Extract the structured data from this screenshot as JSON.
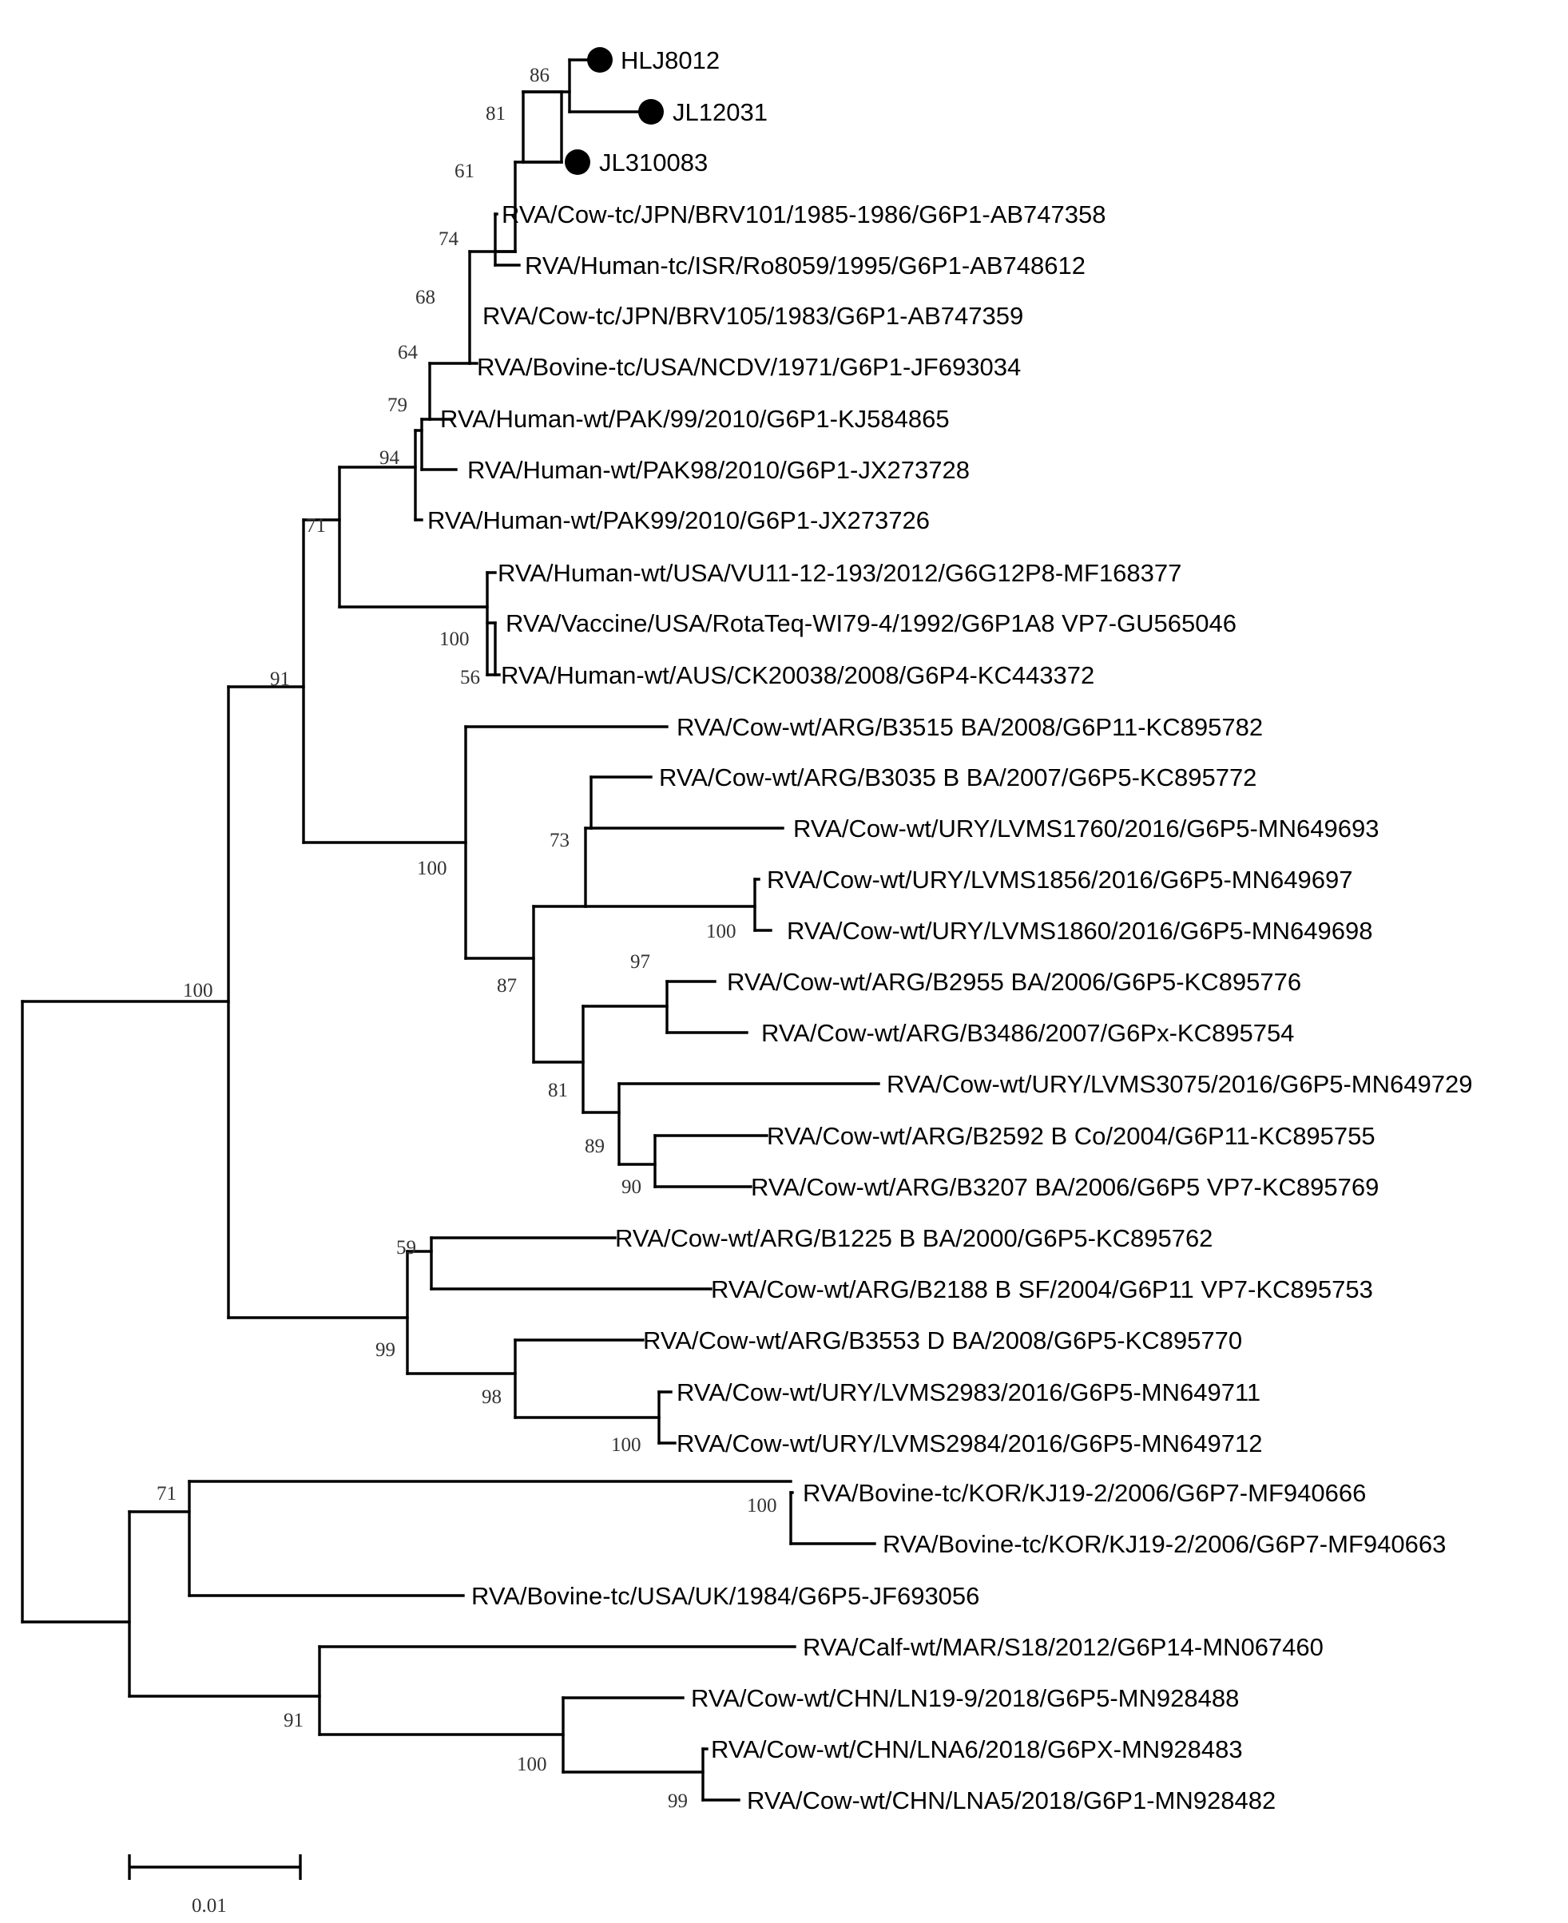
{
  "tree": {
    "leaves": [
      {
        "label": "HLJ8012",
        "marked": true
      },
      {
        "label": "JL12031",
        "marked": true
      },
      {
        "label": "JL310083",
        "marked": true
      },
      {
        "label": "RVA/Cow-tc/JPN/BRV101/1985-1986/G6P1-AB747358"
      },
      {
        "label": "RVA/Human-tc/ISR/Ro8059/1995/G6P1-AB748612"
      },
      {
        "label": "RVA/Cow-tc/JPN/BRV105/1983/G6P1-AB747359"
      },
      {
        "label": "RVA/Bovine-tc/USA/NCDV/1971/G6P1-JF693034"
      },
      {
        "label": "RVA/Human-wt/PAK/99/2010/G6P1-KJ584865"
      },
      {
        "label": "RVA/Human-wt/PAK98/2010/G6P1-JX273728"
      },
      {
        "label": "RVA/Human-wt/PAK99/2010/G6P1-JX273726"
      },
      {
        "label": "RVA/Human-wt/USA/VU11-12-193/2012/G6G12P8-MF168377"
      },
      {
        "label": "RVA/Vaccine/USA/RotaTeq-WI79-4/1992/G6P1A8 VP7-GU565046"
      },
      {
        "label": "RVA/Human-wt/AUS/CK20038/2008/G6P4-KC443372"
      },
      {
        "label": "RVA/Cow-wt/ARG/B3515 BA/2008/G6P11-KC895782"
      },
      {
        "label": "RVA/Cow-wt/ARG/B3035 B BA/2007/G6P5-KC895772"
      },
      {
        "label": "RVA/Cow-wt/URY/LVMS1760/2016/G6P5-MN649693"
      },
      {
        "label": "RVA/Cow-wt/URY/LVMS1856/2016/G6P5-MN649697"
      },
      {
        "label": "RVA/Cow-wt/URY/LVMS1860/2016/G6P5-MN649698"
      },
      {
        "label": "RVA/Cow-wt/ARG/B2955 BA/2006/G6P5-KC895776"
      },
      {
        "label": "RVA/Cow-wt/ARG/B3486/2007/G6Px-KC895754"
      },
      {
        "label": "RVA/Cow-wt/URY/LVMS3075/2016/G6P5-MN649729"
      },
      {
        "label": "RVA/Cow-wt/ARG/B2592 B Co/2004/G6P11-KC895755"
      },
      {
        "label": "RVA/Cow-wt/ARG/B3207 BA/2006/G6P5 VP7-KC895769"
      },
      {
        "label": "RVA/Cow-wt/ARG/B1225 B BA/2000/G6P5-KC895762"
      },
      {
        "label": "RVA/Cow-wt/ARG/B2188 B SF/2004/G6P11 VP7-KC895753"
      },
      {
        "label": "RVA/Cow-wt/ARG/B3553 D BA/2008/G6P5-KC895770"
      },
      {
        "label": "RVA/Cow-wt/URY/LVMS2983/2016/G6P5-MN649711"
      },
      {
        "label": "RVA/Cow-wt/URY/LVMS2984/2016/G6P5-MN649712"
      },
      {
        "label": "RVA/Bovine-tc/KOR/KJ19-2/2006/G6P7-MF940666"
      },
      {
        "label": "RVA/Bovine-tc/KOR/KJ19-2/2006/G6P7-MF940663"
      },
      {
        "label": "RVA/Bovine-tc/USA/UK/1984/G6P5-JF693056"
      },
      {
        "label": "RVA/Calf-wt/MAR/S18/2012/G6P14-MN067460"
      },
      {
        "label": "RVA/Cow-wt/CHN/LN19-9/2018/G6P5-MN928488"
      },
      {
        "label": "RVA/Cow-wt/CHN/LNA6/2018/G6PX-MN928483"
      },
      {
        "label": "RVA/Cow-wt/CHN/LNA5/2018/G6P1-MN928482"
      }
    ],
    "support_values": [
      "86",
      "81",
      "61",
      "74",
      "68",
      "64",
      "79",
      "94",
      "71",
      "100",
      "56",
      "91",
      "100",
      "73",
      "100",
      "87",
      "97",
      "81",
      "89",
      "90",
      "100",
      "59",
      "99",
      "98",
      "100",
      "100",
      "71",
      "91",
      "100",
      "99"
    ]
  },
  "scale_bar": {
    "label": "0.01"
  }
}
